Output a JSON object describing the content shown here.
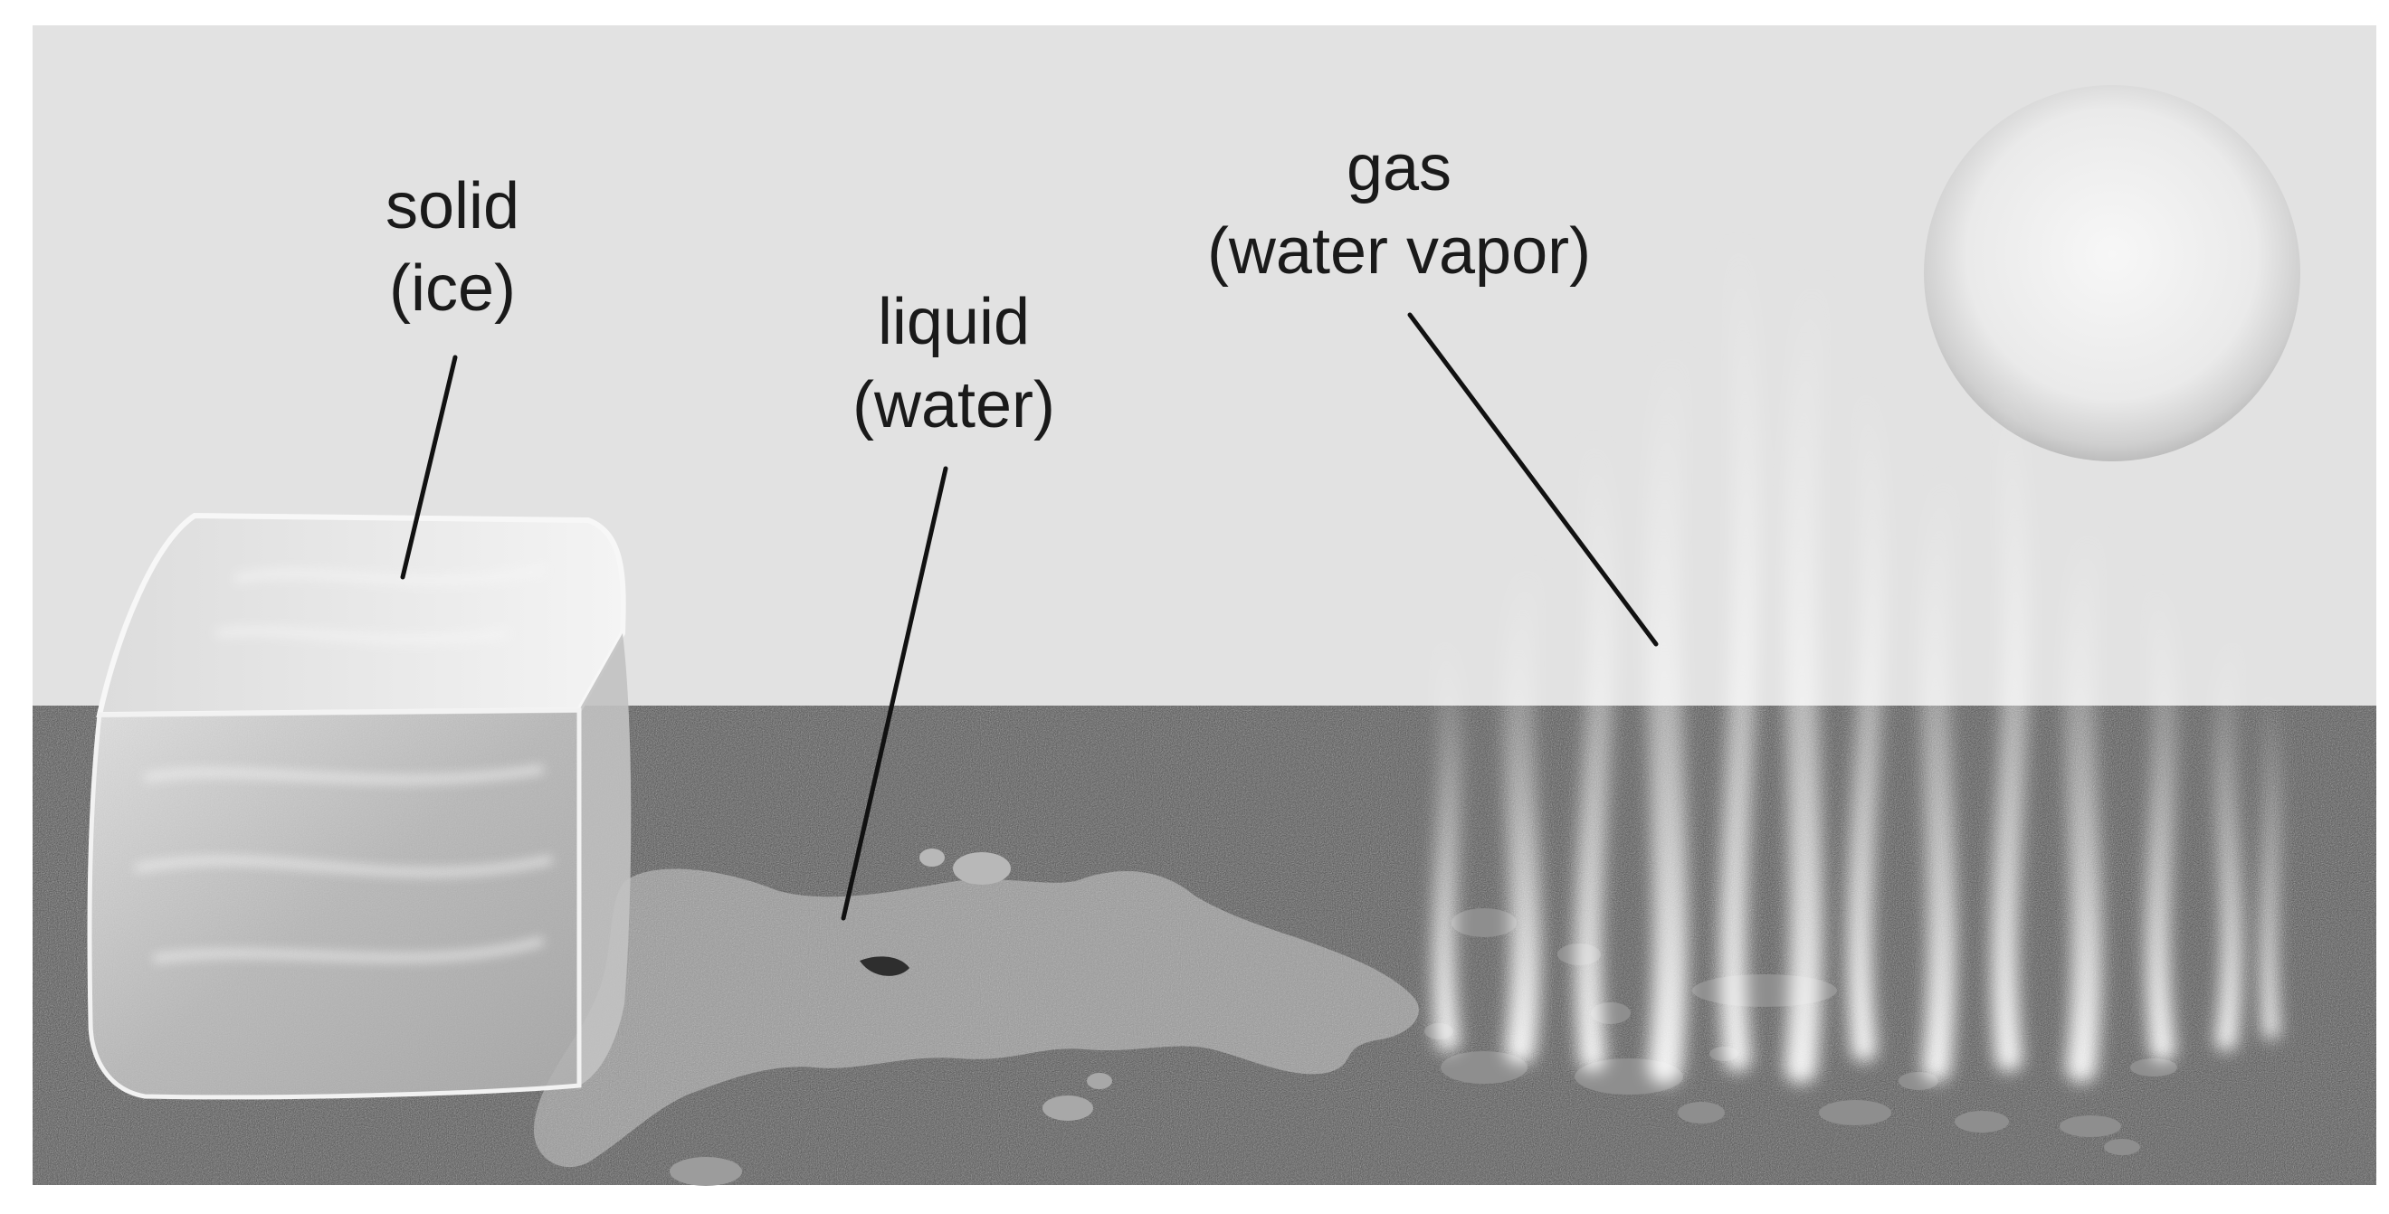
{
  "labels": {
    "solid": {
      "line1": "solid",
      "line2": "(ice)"
    },
    "liquid": {
      "line1": "liquid",
      "line2": "(water)"
    },
    "gas": {
      "line1": "gas",
      "line2": "(water vapor)"
    }
  },
  "colors": {
    "sky": "#e2e2e2",
    "ground": "#4a4a4a",
    "puddle": "#9a9a9a",
    "ice": "#d8d8d8",
    "sun": "#efefef",
    "line": "#111111"
  }
}
